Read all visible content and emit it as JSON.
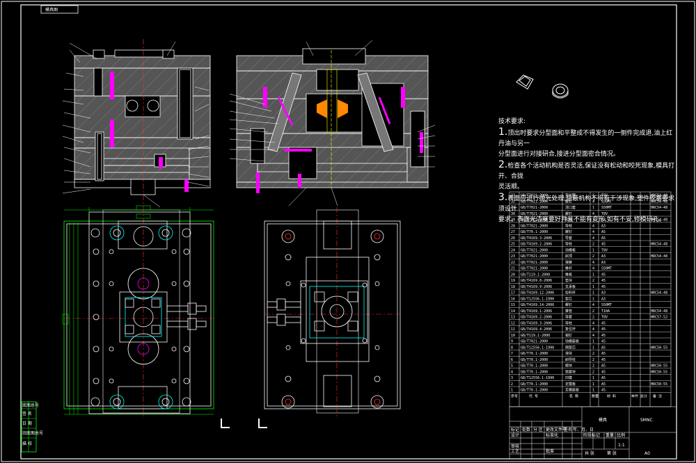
{
  "drawing": {
    "tag": "模具图",
    "sheet_size": "A0",
    "scale": "1:1"
  },
  "technical_requirements": {
    "heading": "技术要求:",
    "lines": [
      {
        "num": "1.",
        "text": "顶出时要求分型面和平整成不得发生的一侧件完成退,油上红丹油与另一"
      },
      {
        "num": "",
        "text": "分型面进行对接研合,接进分型面密合情况。"
      },
      {
        "num": "2.",
        "text": "检查各个活动机构是否灵活,保证没有松动和咬死现象,模具打开、合拢"
      },
      {
        "num": "",
        "text": "灵活顺。"
      },
      {
        "num": "3.",
        "text": "表面应进行抛光处理,隐蔽机构不得有干涉现象,塑件脱塞要求须设计"
      },
      {
        "num": "",
        "text": "要求。表面光洁度要好并且不能有变形,如有不妥,修模研孔。"
      }
    ]
  },
  "bom": {
    "rows": [
      {
        "no": "33",
        "std": "GB/T7021-2000",
        "name": "定位圈",
        "qty": "1",
        "mat": "T8V",
        "note": "HRC54-48"
      },
      {
        "no": "32",
        "std": "GB/T7021-2000",
        "name": "螺钉",
        "qty": "4",
        "mat": "S50MT",
        "note": "HRC54-48"
      },
      {
        "no": "31",
        "std": "GB/T7021-2000",
        "name": "浇口套",
        "qty": "1",
        "mat": "S50MT",
        "note": "HRC54-48"
      },
      {
        "no": "30",
        "std": "GB/T7021-2000",
        "name": "螺钉",
        "qty": "4",
        "mat": "T8V",
        "note": ""
      },
      {
        "no": "29",
        "std": "GB/T7021-2000",
        "name": "定模",
        "qty": "1",
        "mat": "A3",
        "note": "HRC54-48"
      },
      {
        "no": "28",
        "std": "GB/T7021-2000",
        "name": "导柱",
        "qty": "4",
        "mat": "A3",
        "note": ""
      },
      {
        "no": "27",
        "std": "GB/T70.1-2000",
        "name": "螺钉",
        "qty": "4",
        "mat": "A5",
        "note": ""
      },
      {
        "no": "26",
        "std": "GB/T4169.3-2006",
        "name": "导套",
        "qty": "4",
        "mat": "A5",
        "note": ""
      },
      {
        "no": "25",
        "std": "GB/T4169.2-2006",
        "name": "导柱",
        "qty": "2",
        "mat": "45",
        "note": "HRC54-48"
      },
      {
        "no": "24",
        "std": "GB/T7021-2000",
        "name": "动模板",
        "qty": "1",
        "mat": "T8V",
        "note": ""
      },
      {
        "no": "23",
        "std": "GB/T7021-2000",
        "name": "斜顶",
        "qty": "2",
        "mat": "A3",
        "note": "HRC54-48"
      },
      {
        "no": "22",
        "std": "GB/T7021-2000",
        "name": "弹簧",
        "qty": "4",
        "mat": "A3",
        "note": ""
      },
      {
        "no": "21",
        "std": "GB/T7021-2000",
        "name": "推杆",
        "qty": "4",
        "mat": "S50MT",
        "note": ""
      },
      {
        "no": "20",
        "std": "GB/T119.1-2000",
        "name": "推板",
        "qty": "1",
        "mat": "45",
        "note": ""
      },
      {
        "no": "19",
        "std": "GB/T4169.8-2006",
        "name": "垫块",
        "qty": "2",
        "mat": "45",
        "note": ""
      },
      {
        "no": "18",
        "std": "GB/T4169.9-2006",
        "name": "支承板",
        "qty": "1",
        "mat": "45",
        "note": ""
      },
      {
        "no": "17",
        "std": "GB/T4169.12-2006",
        "name": "拉料杆",
        "qty": "1",
        "mat": "A3",
        "note": "HRC54-48"
      },
      {
        "no": "16",
        "std": "GB/T12556.1-1990",
        "name": "型芯",
        "qty": "1",
        "mat": "A3",
        "note": ""
      },
      {
        "no": "15",
        "std": "GB/T4169.14-2006",
        "name": "螺钉",
        "qty": "4",
        "mat": "S50MT",
        "note": ""
      },
      {
        "no": "14",
        "std": "GB/T4169.1-2006",
        "name": "推管",
        "qty": "2",
        "mat": "T10A",
        "note": "HRC54-48"
      },
      {
        "no": "13",
        "std": "GB/T4169.2-2006",
        "name": "导套",
        "qty": "2",
        "mat": "T8V",
        "note": "HRC57-52"
      },
      {
        "no": "12",
        "std": "GB/T4169.3-2006",
        "name": "导柱",
        "qty": "4",
        "mat": "45",
        "note": ""
      },
      {
        "no": "11",
        "std": "GB/T4169.4-2006",
        "name": "复位杆",
        "qty": "4",
        "mat": "45",
        "note": ""
      },
      {
        "no": "10",
        "std": "GB/T119.1-2000",
        "name": "销钉",
        "qty": "4",
        "mat": "45",
        "note": ""
      },
      {
        "no": "9",
        "std": "GB/T7021-2000",
        "name": "动模座板",
        "qty": "1",
        "mat": "45",
        "note": ""
      },
      {
        "no": "8",
        "std": "GB/T12556.1-1990",
        "name": "侧型芯",
        "qty": "1",
        "mat": "A5",
        "note": "HRC50-55"
      },
      {
        "no": "7",
        "std": "GB/T70.1-2000",
        "name": "滑块",
        "qty": "2",
        "mat": "A5",
        "note": ""
      },
      {
        "no": "6",
        "std": "GB/T70.1-2000",
        "name": "斜导柱",
        "qty": "2",
        "mat": "45",
        "note": ""
      },
      {
        "no": "5",
        "std": "GB/T70.1-2000",
        "name": "楔块",
        "qty": "2",
        "mat": "A5",
        "note": "HRC50-55"
      },
      {
        "no": "4",
        "std": "GB/T70.1-2000",
        "name": "锁紧块",
        "qty": "2",
        "mat": "45",
        "note": "HRC50-55"
      },
      {
        "no": "3",
        "std": "GB/T12556.1-1990",
        "name": "凹模",
        "qty": "1",
        "mat": "A5",
        "note": ""
      },
      {
        "no": "2",
        "std": "GB/T70.1-2000",
        "name": "定模板",
        "qty": "1",
        "mat": "A5",
        "note": "HRC50-55"
      },
      {
        "no": "1",
        "std": "GB/T70.1-2000",
        "name": "定模座板",
        "qty": "1",
        "mat": "45",
        "note": ""
      }
    ],
    "header": {
      "no": "序号",
      "std": "代 号",
      "name": "名 称",
      "qty": "数量",
      "mat": "材 料",
      "weight": "单件 总计",
      "weight2": "重量",
      "note": "备 注"
    }
  },
  "title_block": {
    "drawing_name": "模具",
    "code": "SMNC",
    "labels": [
      "标记",
      "处数",
      "分 区",
      "更改文件号",
      "签名",
      "年、月、日",
      "设计",
      "标准化",
      "审核",
      "工艺",
      "批准",
      "阶段标记",
      "重量",
      "比例",
      "共 张",
      "第 张"
    ],
    "sheet": "A0"
  },
  "left_strip": [
    "底图总号",
    "签 名",
    "日 期",
    "旧底图总号",
    "描 校"
  ]
}
